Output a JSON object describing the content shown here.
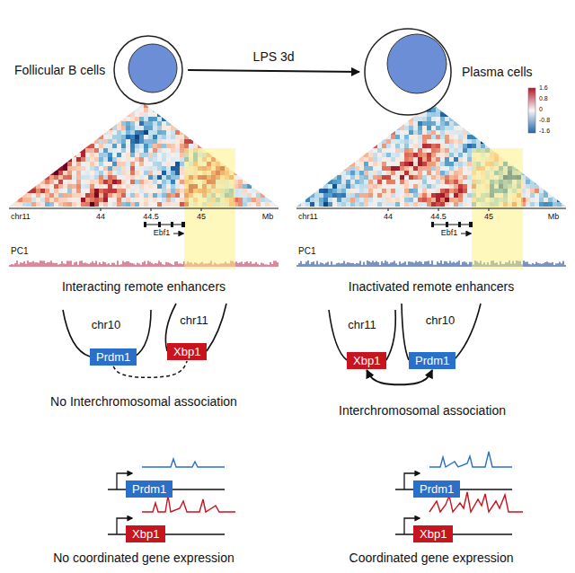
{
  "diagram": {
    "nodes": [
      {
        "text": [
          "Follicular B cells"
        ]
      },
      {
        "text": [
          "Plasma cells"
        ]
      },
      {
        "text": [
          "Prdm1"
        ]
      },
      {
        "text": [
          "Xbp1"
        ]
      },
      {
        "text": [
          "Xbp1"
        ]
      },
      {
        "text": [
          "Prdm1"
        ]
      },
      {
        "text": [
          "Prdm1"
        ]
      },
      {
        "text": [
          "Xbp1"
        ]
      },
      {
        "text": [
          "Prdm1"
        ]
      },
      {
        "text": [
          "Xbp1"
        ]
      }
    ],
    "edges": [
      {
        "from": 0,
        "to": 1,
        "label": "LPS 3d",
        "arrow": "to"
      },
      {
        "from": 2,
        "to": 3,
        "arrow": "none"
      },
      {
        "from": 4,
        "to": 5,
        "arrow": "both"
      }
    ],
    "labels": [
      "chr11",
      "44",
      "44.5",
      "45",
      "Mb",
      "Ebf1",
      "PC1",
      "1.6",
      "0.8",
      "0",
      "-0.8",
      "-1.6",
      "chr11",
      "44",
      "44.5",
      "45",
      "Mb",
      "Ebf1",
      "PC1",
      "Interacting remote enhancers",
      "Inactivated remote enhancers",
      "chr10",
      "chr11",
      "No Interchromosomal association",
      "chr11",
      "chr10",
      "Interchromosomal association",
      "No coordinated gene expression",
      "Coordinated gene expression"
    ]
  }
}
